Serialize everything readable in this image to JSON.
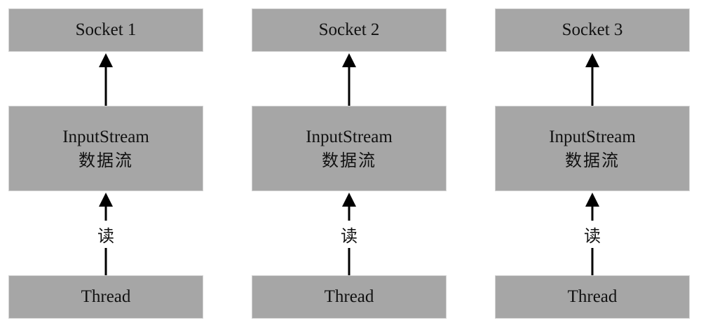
{
  "columns": [
    {
      "socket": "Socket 1",
      "stream_line1": "InputStream",
      "stream_line2": "数据流",
      "read": "读",
      "thread": "Thread"
    },
    {
      "socket": "Socket 2",
      "stream_line1": "InputStream",
      "stream_line2": "数据流",
      "read": "读",
      "thread": "Thread"
    },
    {
      "socket": "Socket 3",
      "stream_line1": "InputStream",
      "stream_line2": "数据流",
      "read": "读",
      "thread": "Thread"
    }
  ],
  "colors": {
    "box_fill": "#a6a6a6",
    "arrow": "#000000"
  }
}
